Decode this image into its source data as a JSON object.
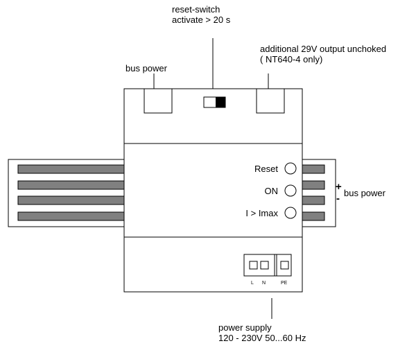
{
  "labels": {
    "reset_switch": [
      "reset-switch",
      "activate > 20 s"
    ],
    "bus_power_top": "bus power",
    "additional_output": [
      "additional 29V output unchoked",
      "( NT640-4 only)"
    ],
    "leds": [
      {
        "label": "Reset"
      },
      {
        "label": "ON"
      },
      {
        "label": "I > Imax"
      }
    ],
    "plus_sign": "+",
    "minus_sign": "-",
    "bus_power_side": "bus power",
    "terminal_labels": {
      "l": "L",
      "n": "N",
      "pe": "PE"
    },
    "power_supply": [
      "power supply",
      "120 - 230V 50...60 Hz"
    ]
  }
}
